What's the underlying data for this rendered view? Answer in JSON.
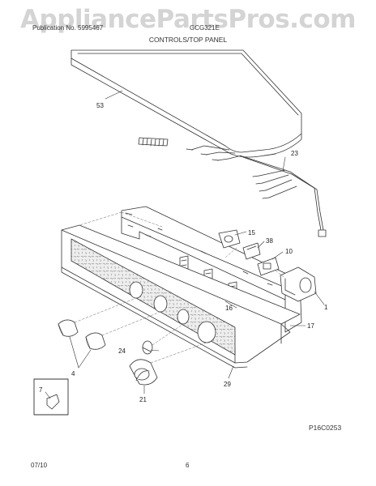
{
  "watermark": "AppliancePartsPros.com",
  "header": {
    "left_text": "Publication No. 5995467",
    "right_text": "GCG321E",
    "section_title": "CONTROLS/TOP PANEL"
  },
  "callouts": {
    "c53": "53",
    "c23": "23",
    "c15": "15",
    "c38": "38",
    "c10": "10",
    "c1": "1",
    "c16": "16",
    "c17": "17",
    "c24": "24",
    "c4": "4",
    "c7": "7",
    "c21": "21",
    "c29": "29"
  },
  "reference_code": "P16C0253",
  "footer": {
    "date": "07/10",
    "page": "6"
  }
}
